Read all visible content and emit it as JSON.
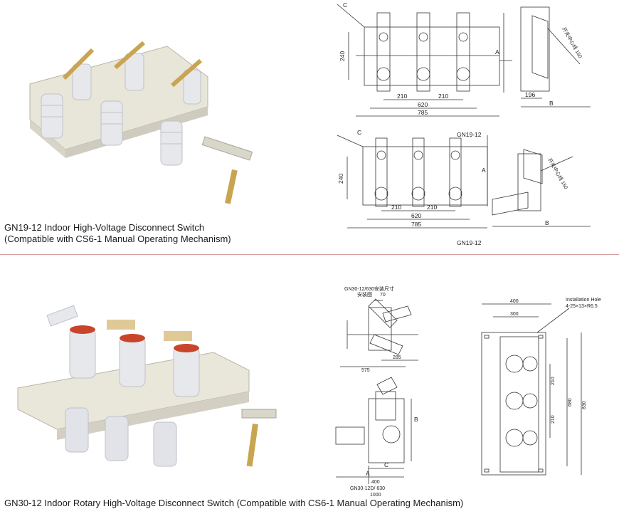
{
  "section_top": {
    "caption_line1": "GN19-12 Indoor High-Voltage Disconnect Switch",
    "caption_line2": "(Compatible with CS6-1 Manual Operating Mechanism)",
    "drawing_a": {
      "label_c": "C",
      "dim_240": "240",
      "dim_210_left": "210",
      "dim_210_right": "210",
      "dim_620": "620",
      "dim_785": "785",
      "label_a": "A",
      "dim_196": "196",
      "label_b": "B",
      "rotated_note": "开关中心线 150"
    },
    "drawing_b": {
      "label_c": "C",
      "model_top": "GN19-12",
      "dim_240": "240",
      "dim_210_left": "210",
      "dim_210_right": "210",
      "dim_620": "620",
      "dim_785": "785",
      "label_a": "A",
      "label_b": "B",
      "rotated_note": "开关中心线 150",
      "model_bottom": "GN19-12"
    }
  },
  "section_bottom": {
    "caption": "GN30-12 Indoor Rotary High-Voltage Disconnect Switch (Compatible with CS6-1 Manual Operating Mechanism)",
    "drawing_c": {
      "title_line1": "GN30-12/630安装尺寸",
      "title_line2": "安装图",
      "dim_70": "70",
      "dim_285": "285",
      "dim_575": "575"
    },
    "drawing_d": {
      "label_b": "B",
      "label_c": "C",
      "label_a": "A",
      "dim_400": "400",
      "model": "GN30-12D/ 630",
      "dim_1000": "1000"
    },
    "drawing_e": {
      "dim_400": "400",
      "dim_300": "300",
      "installation_hole_title": "Installation Hole",
      "installation_hole_spec": "4-25×13×R6.5",
      "dim_210_top": "210",
      "dim_210_bottom": "210",
      "dim_680": "680",
      "dim_830": "830"
    }
  },
  "colors": {
    "frame_cream": "#e9e6da",
    "insulator_white": "#e7e8ec",
    "insulator_shadow": "#bfc2c9",
    "metal_brass": "#c9a552",
    "contact_red": "#c8452b",
    "divider": "#d9a0a0"
  }
}
